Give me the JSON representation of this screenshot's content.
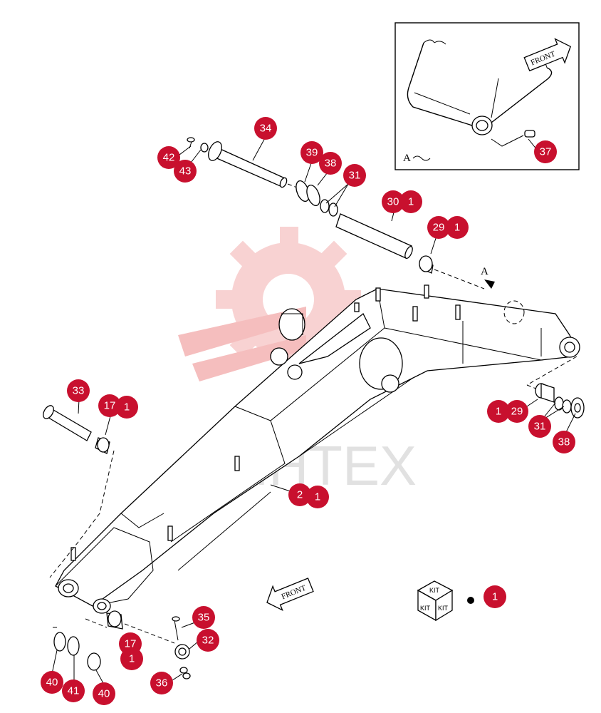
{
  "watermark": {
    "brand": "MHTEX",
    "color": "#f4b3b3"
  },
  "detail_box": {
    "label": "A",
    "front_arrow": "FRONT",
    "callouts": [
      {
        "id": "37"
      }
    ]
  },
  "main_view": {
    "view_marker": "A",
    "front_arrow": "FRONT",
    "kit": {
      "box_labels": [
        "KIT",
        "KIT",
        "KIT"
      ],
      "callout": "1"
    }
  },
  "callouts": [
    {
      "id": "34"
    },
    {
      "id": "42"
    },
    {
      "id": "43"
    },
    {
      "id": "39"
    },
    {
      "id": "38"
    },
    {
      "id": "31"
    },
    {
      "id": "30"
    },
    {
      "id": "1"
    },
    {
      "id": "29"
    },
    {
      "id": "1"
    },
    {
      "id": "33"
    },
    {
      "id": "17"
    },
    {
      "id": "1"
    },
    {
      "id": "1"
    },
    {
      "id": "29"
    },
    {
      "id": "31"
    },
    {
      "id": "38"
    },
    {
      "id": "2"
    },
    {
      "id": "1"
    },
    {
      "id": "35"
    },
    {
      "id": "32"
    },
    {
      "id": "17"
    },
    {
      "id": "1"
    },
    {
      "id": "36"
    },
    {
      "id": "40"
    },
    {
      "id": "41"
    },
    {
      "id": "40"
    }
  ],
  "colors": {
    "callout": "#c8102e",
    "line": "#000000"
  },
  "icons": [
    "front-arrow-icon",
    "kit-box-icon",
    "view-arrow-icon"
  ]
}
